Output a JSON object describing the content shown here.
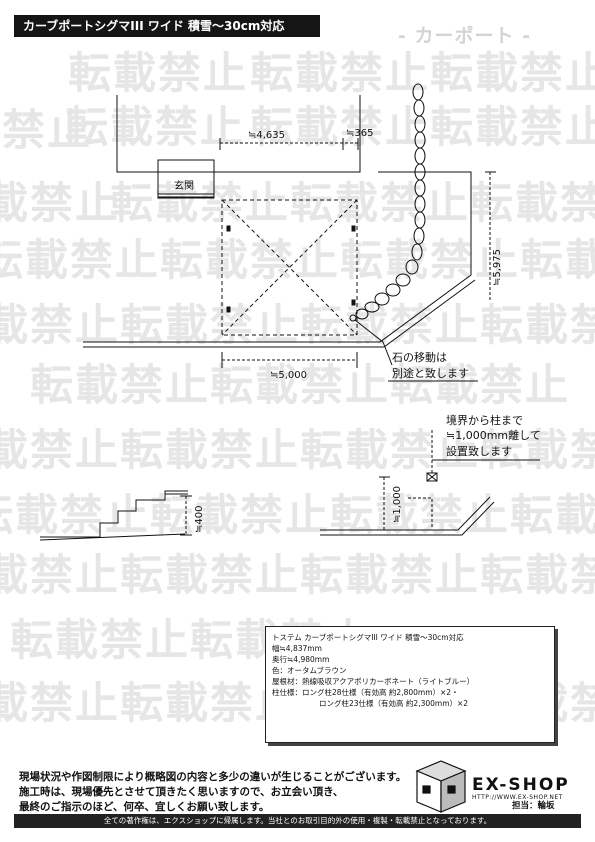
{
  "header": {
    "title": "カーブポートシグマIII ワイド 積雪～30cm対応",
    "category": "- カーポート -"
  },
  "watermark": "転載禁止",
  "plan": {
    "entrance_label": "玄関",
    "dim_width_top": "≒4,635",
    "dim_side_offset": "≒365",
    "dim_depth": "≒5,975",
    "dim_width_bottom": "≒5,000",
    "stone_note": [
      "石の移動は",
      "別途と致します"
    ]
  },
  "section": {
    "dim_height": "≒400",
    "dim_offset": "≒1,000",
    "boundary_note": [
      "境界から柱まで",
      "≒1,000mm離して",
      "設置致します"
    ]
  },
  "spec": {
    "title": "トステム カーブポートシグマIII ワイド 積雪～30cm対応",
    "width": "幅≒4,837mm",
    "depth": "奥行≒4,980mm",
    "color": "色：オータムブラウン",
    "roof": "屋根材：熱線吸収アクアポリカーボネート（ライトブルー）",
    "post1": "柱仕様：ロング柱28仕様（有効高 約2,800mm）×2・",
    "post2": "ロング柱23仕様（有効高 約2,300mm）×2"
  },
  "notice": [
    "現場状況や作図制限により概略図の内容と多少の違いが生じることがございます。",
    "施工時は、現場優先とさせて頂きたく思いますので、お立会い頂き、",
    "最終のご指示のほど、何卒、宜しくお願い致します。"
  ],
  "logo": {
    "name": "EX-SHOP",
    "url": "HTTP://WWW.EX-SHOP.NET",
    "staff": "担当：輪坂"
  },
  "footer": "全ての著作権は、エクスショップに帰属します。当社とのお取引目的外の使用・複製・転載禁止となっております。"
}
